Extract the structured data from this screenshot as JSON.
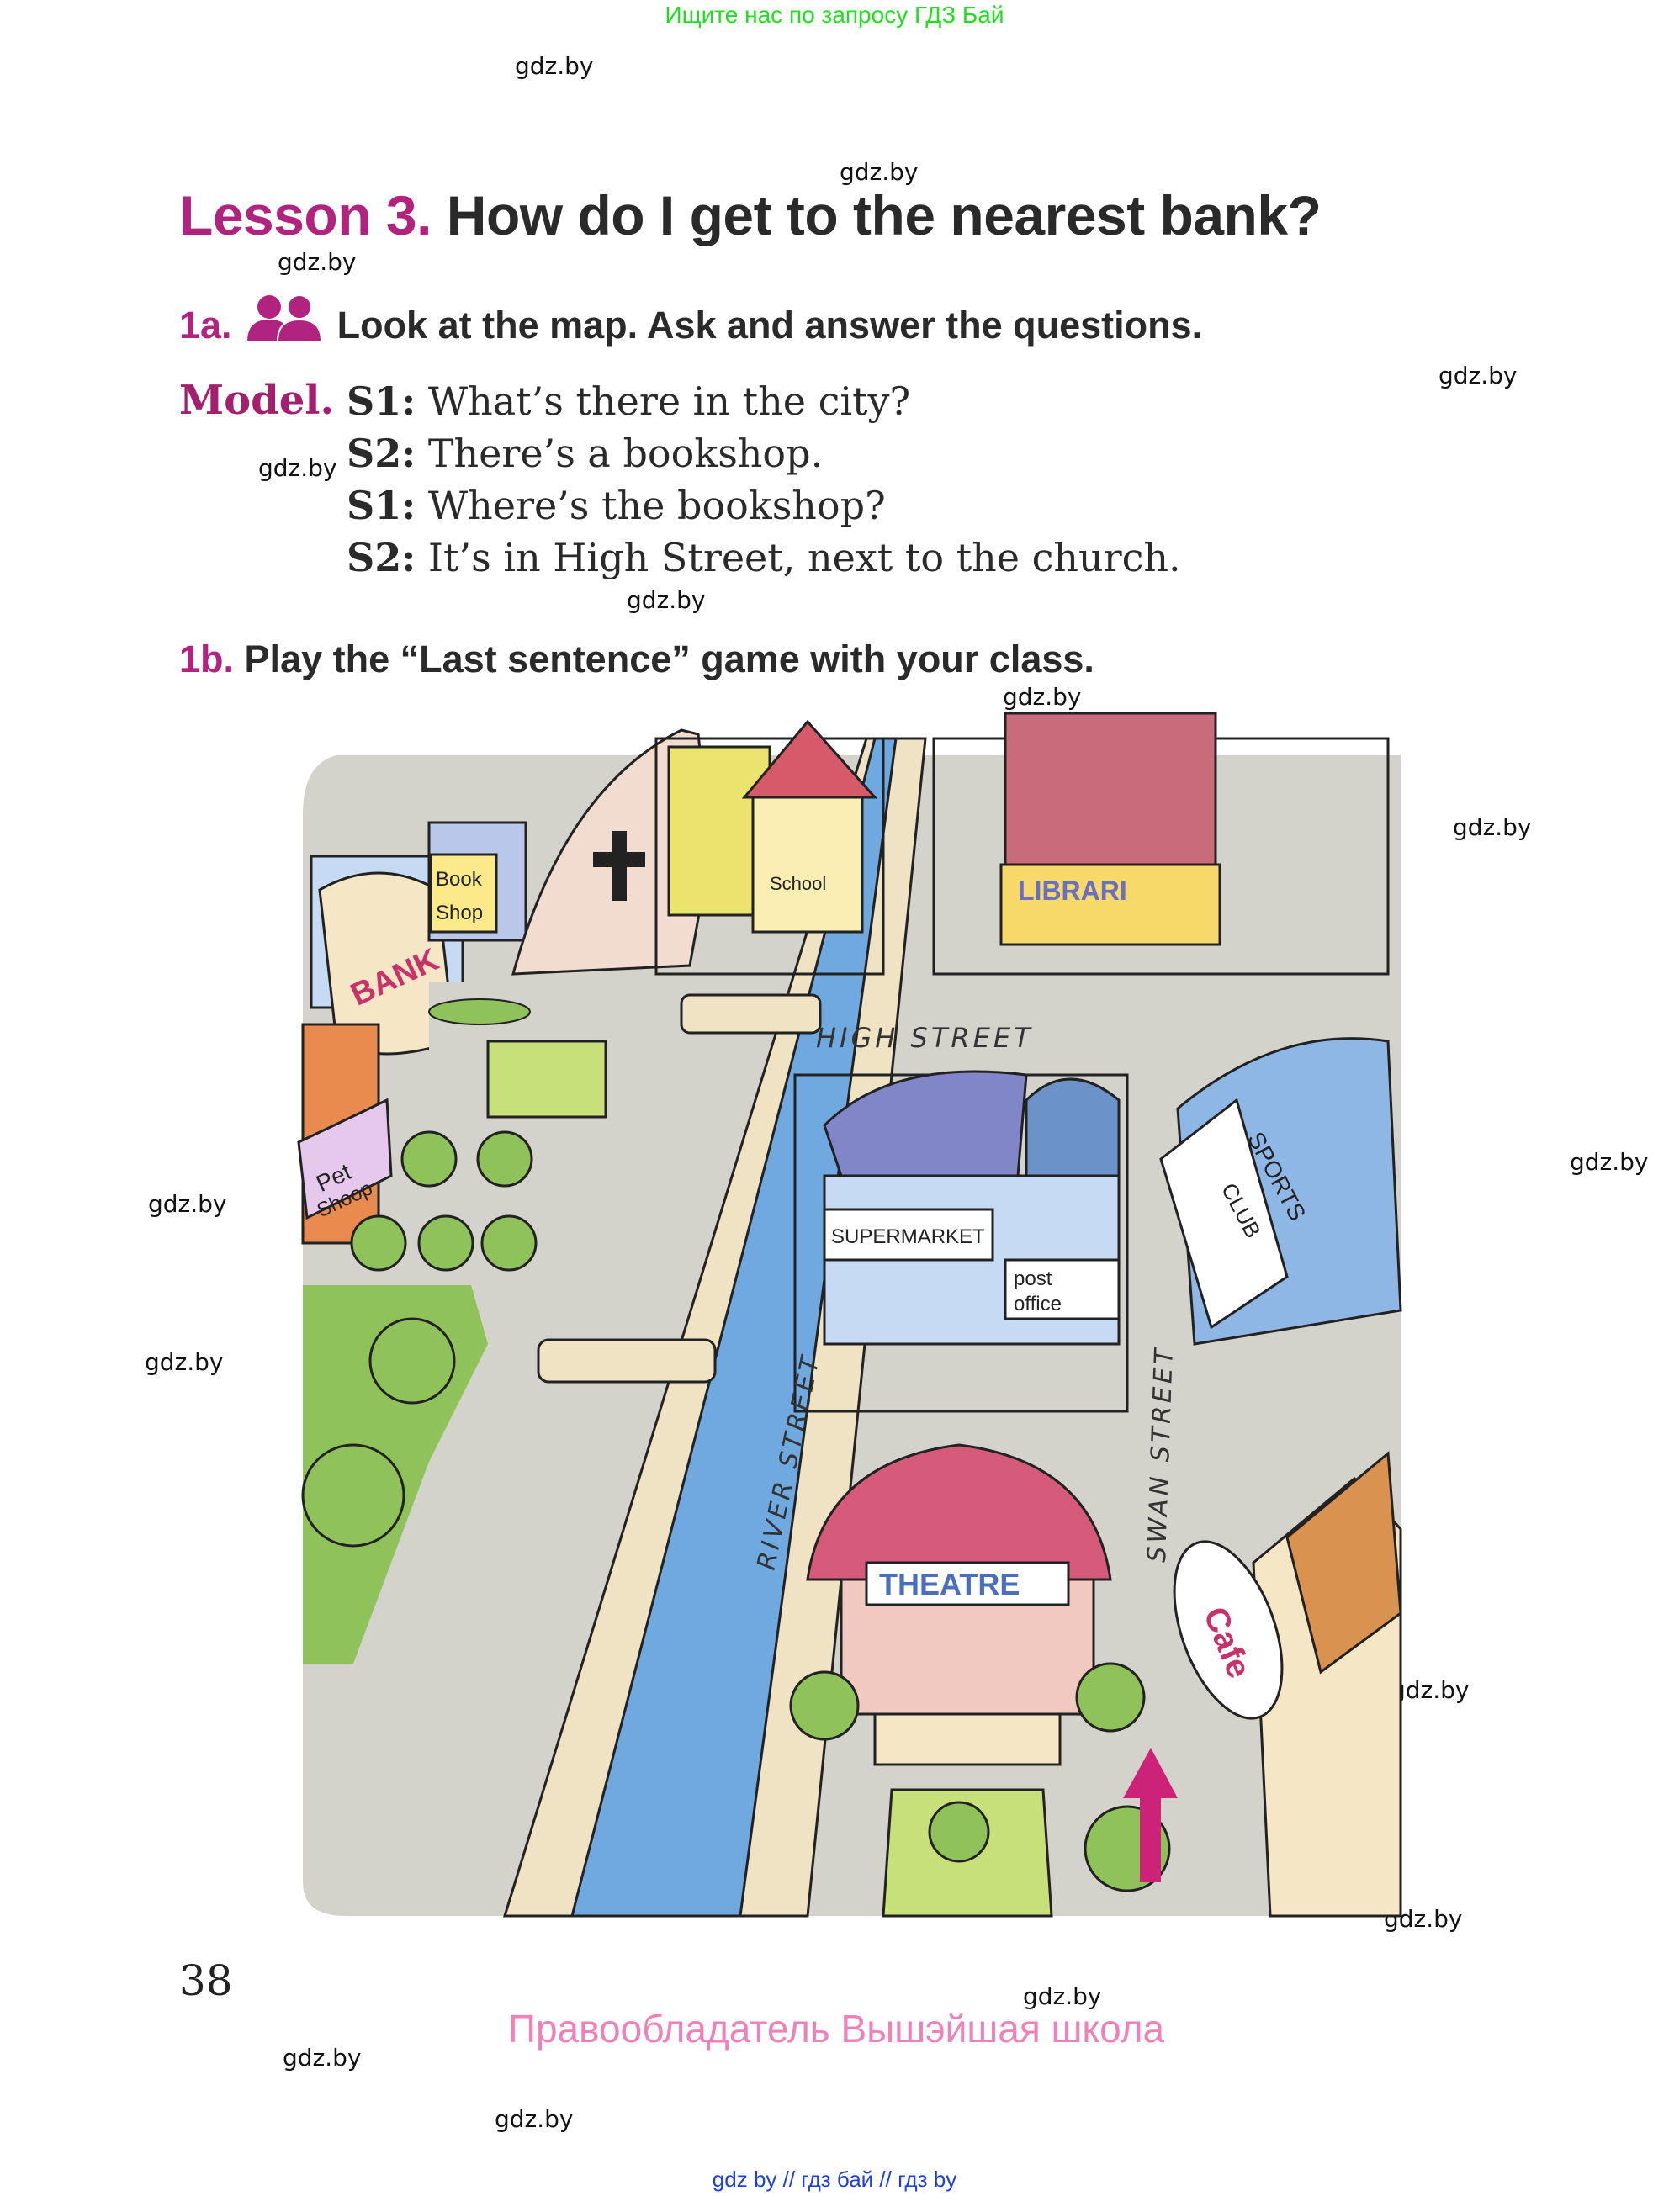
{
  "header": {
    "banner": "Ищите нас по запросу ГДЗ Бай"
  },
  "lesson": {
    "number_label": "Lesson 3.",
    "title": "How do I get to the nearest bank?"
  },
  "tasks": [
    {
      "number": "1a.",
      "icon": "pair-work-people-icon",
      "instruction": "Look at the map. Ask and answer the questions."
    },
    {
      "number": "1b.",
      "instruction": "Play the “Last sentence” game with your class."
    }
  ],
  "model": {
    "label": "Model.",
    "lines": [
      {
        "speaker": "S1:",
        "text": "What’s there in the city?"
      },
      {
        "speaker": "S2:",
        "text": "There’s a bookshop."
      },
      {
        "speaker": "S1:",
        "text": "Where’s the bookshop?"
      },
      {
        "speaker": "S2:",
        "text": "It’s in High Street, next to the church."
      }
    ]
  },
  "map": {
    "buildings": [
      "Bank",
      "Book Shop",
      "Church",
      "Pet Shop",
      "School",
      "Library",
      "Supermarket",
      "Post office",
      "Sports Club",
      "Theatre",
      "Cafe"
    ],
    "signs": {
      "bank": "BANK",
      "bookshop_1": "Book",
      "bookshop_2": "Shop",
      "petshop_1": "Pet",
      "petshop_2": "Shoop",
      "school": "School",
      "library": "LIBRARI",
      "supermarket": "SUPERMARKET",
      "postoffice_1": "post",
      "postoffice_2": "office",
      "sports": "SPORTS",
      "club": "CLUB",
      "theatre": "THEATRE",
      "cafe": "Cafe"
    },
    "streets": {
      "high": "HIGH STREET",
      "river": "RIVER STREET",
      "swan": "SWAN STREET"
    },
    "colors": {
      "road": "#d3d3cc",
      "water": "#6fa9e0",
      "grass": "#8fc25a",
      "arrow": "#cc2277"
    }
  },
  "page_number": "38",
  "footer": {
    "copyright": "Правообладатель Вышэйшая школа",
    "links": "gdz by  //  гдз бай  //  гдз by"
  },
  "watermark": "gdz.by",
  "colors": {
    "accent": "#b0237f",
    "banner_green": "#1fe01f",
    "copyright_pink": "#ee82b8",
    "link_blue": "#1f3fd6"
  }
}
